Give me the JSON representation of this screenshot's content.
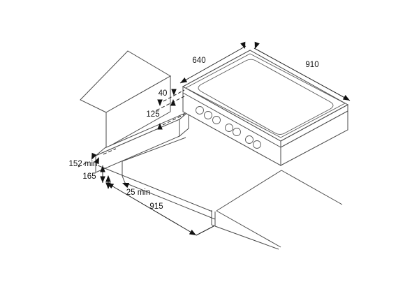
{
  "diagram": {
    "title": "cooktop-installation-dimensions",
    "units_note": "",
    "dims": {
      "d640": "640",
      "d910": "910",
      "d40": "40",
      "d125": "125",
      "d152": "152 min",
      "d165": "165",
      "d25": "25 min",
      "d915": "915"
    },
    "colors": {
      "line": "#4a4a4a",
      "dimension": "#222222",
      "text": "#111111",
      "background": "#ffffff"
    },
    "parts": {
      "cabinet": "tall-cabinet-back-left",
      "ledge": "support-ledge-step",
      "counter_left": "worktop-front-lip",
      "counter_right": "worktop-right-section",
      "appliance": "cooktop-with-7-knobs",
      "knob_count": 7
    }
  }
}
